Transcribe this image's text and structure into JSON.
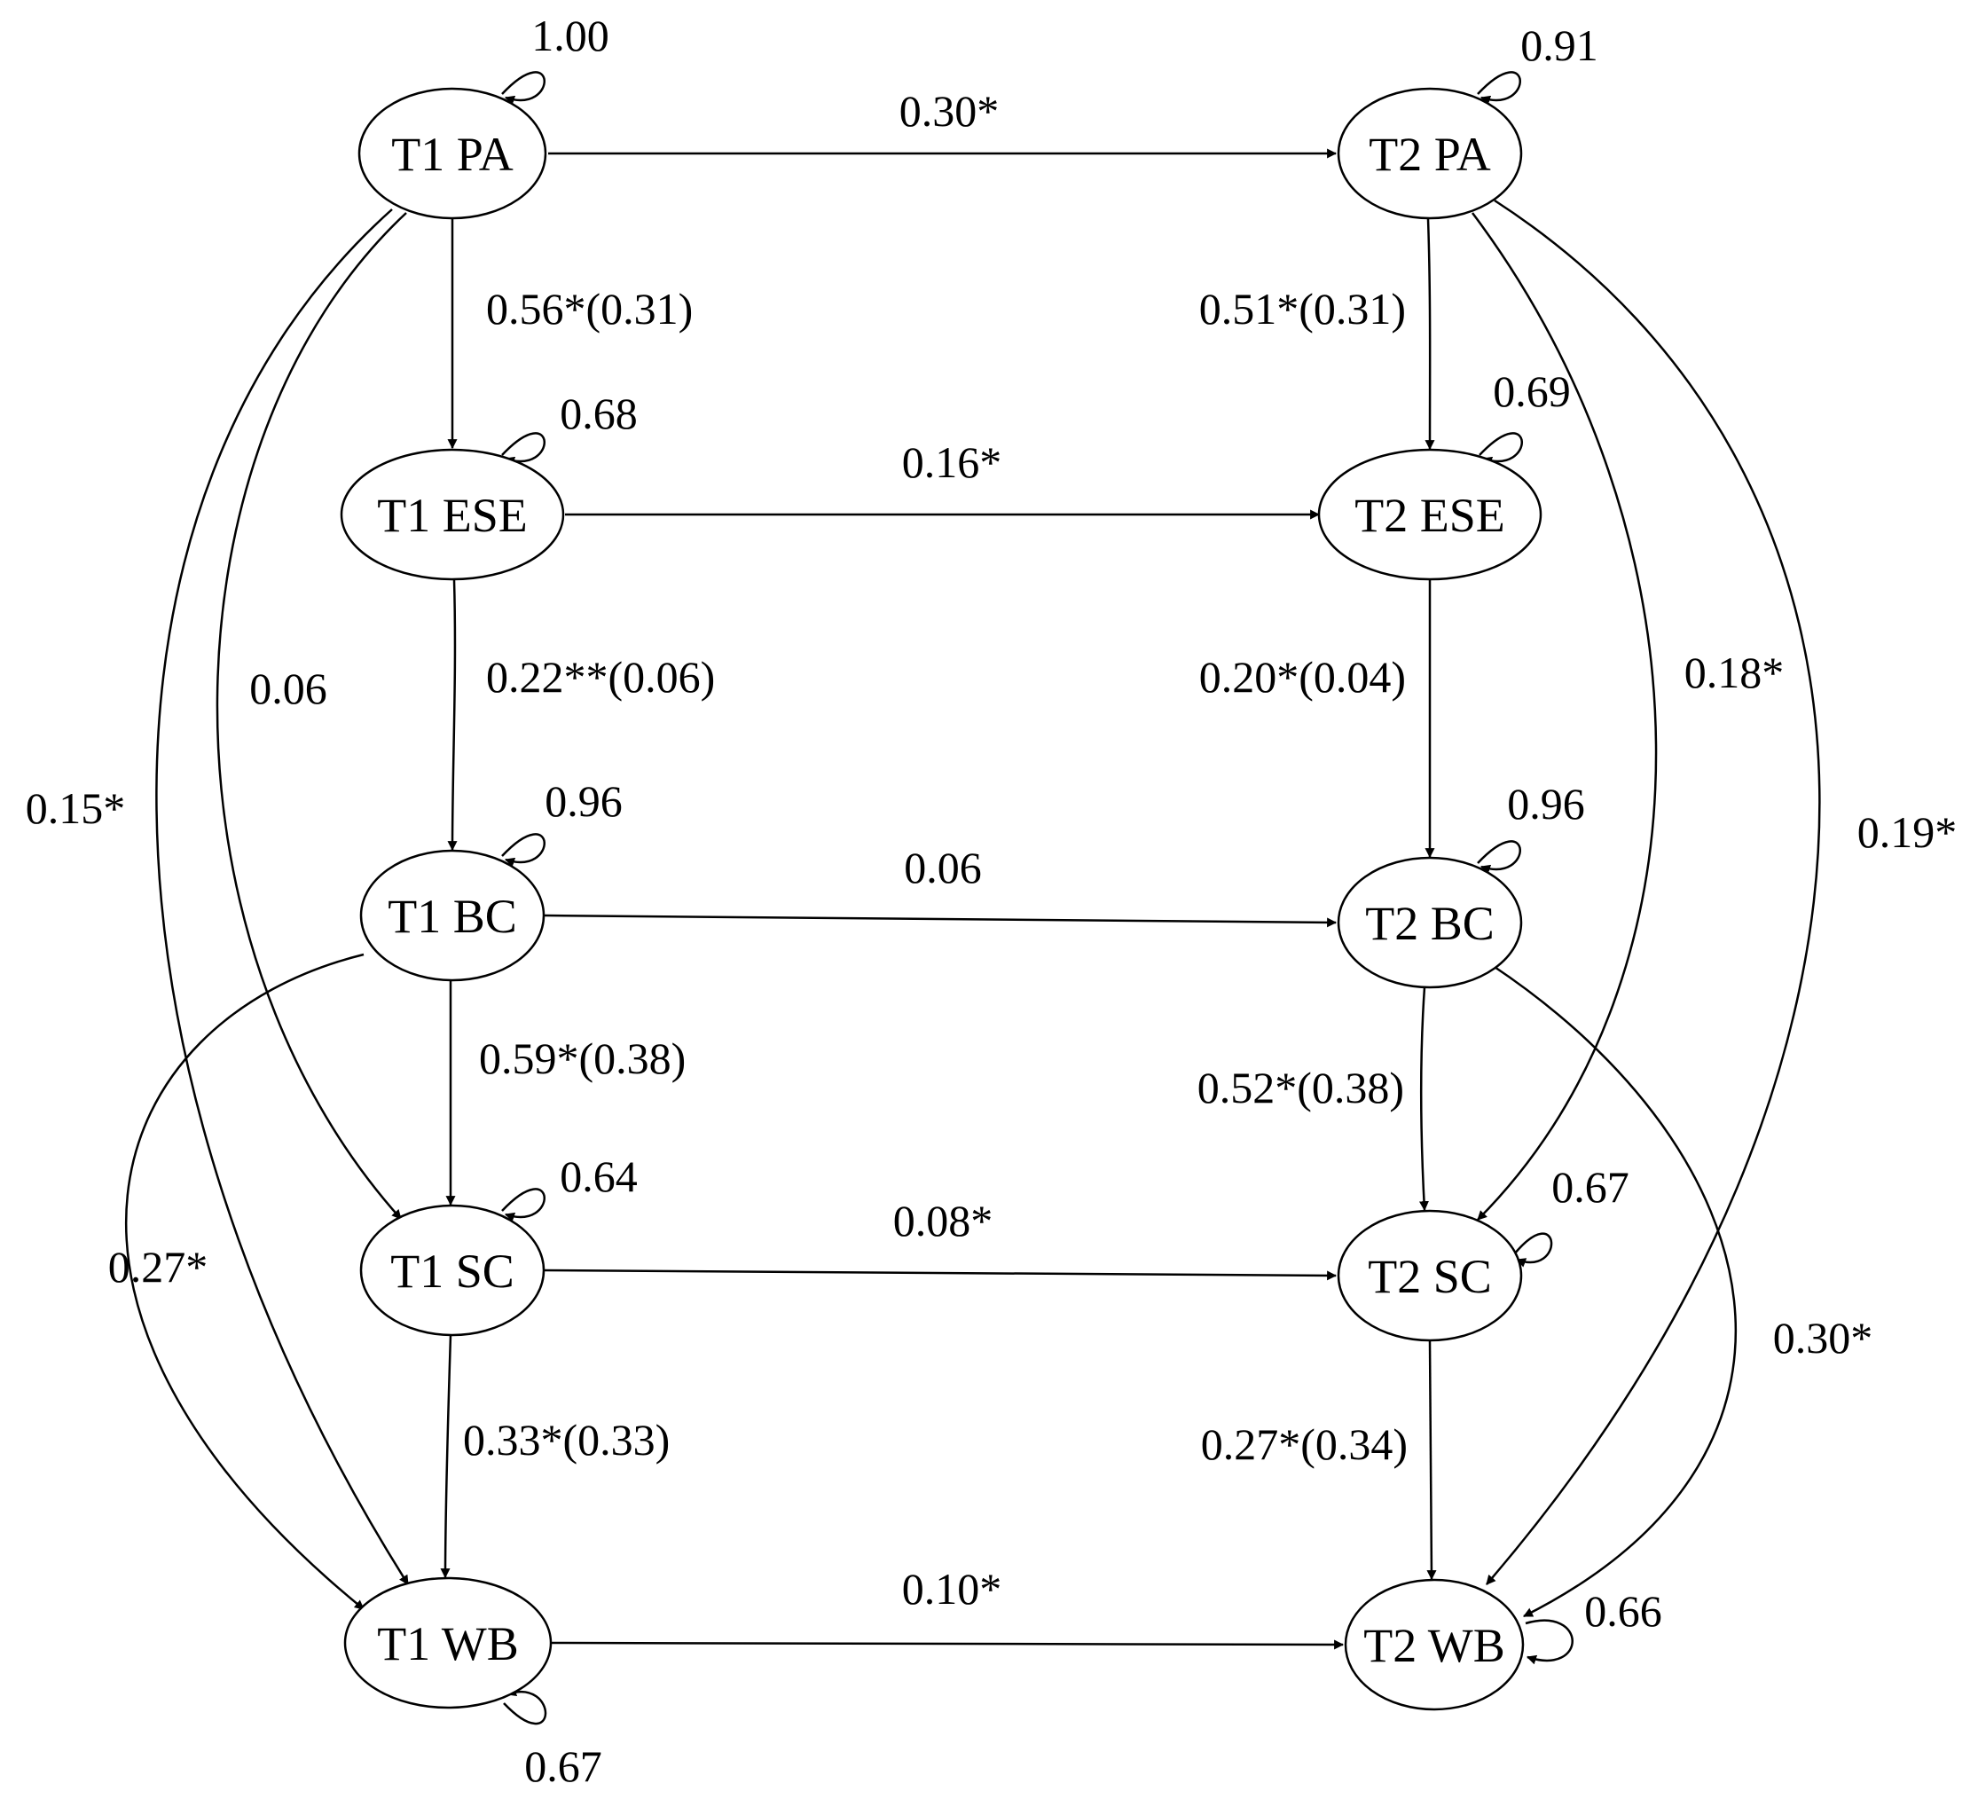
{
  "nodes": [
    {
      "id": "t1pa",
      "label": "T1 PA"
    },
    {
      "id": "t1ese",
      "label": "T1 ESE"
    },
    {
      "id": "t1bc",
      "label": "T1 BC"
    },
    {
      "id": "t1sc",
      "label": "T1 SC"
    },
    {
      "id": "t1wb",
      "label": "T1 WB"
    },
    {
      "id": "t2pa",
      "label": "T2 PA"
    },
    {
      "id": "t2ese",
      "label": "T2 ESE"
    },
    {
      "id": "t2bc",
      "label": "T2 BC"
    },
    {
      "id": "t2sc",
      "label": "T2 SC"
    },
    {
      "id": "t2wb",
      "label": "T2 WB"
    }
  ],
  "edges": [
    {
      "id": "e-t1pa-t2pa",
      "from": "t1pa",
      "to": "t2pa",
      "label": "0.30*"
    },
    {
      "id": "e-t1ese-t2ese",
      "from": "t1ese",
      "to": "t2ese",
      "label": "0.16*"
    },
    {
      "id": "e-t1bc-t2bc",
      "from": "t1bc",
      "to": "t2bc",
      "label": "0.06"
    },
    {
      "id": "e-t1sc-t2sc",
      "from": "t1sc",
      "to": "t2sc",
      "label": "0.08*"
    },
    {
      "id": "e-t1wb-t2wb",
      "from": "t1wb",
      "to": "t2wb",
      "label": "0.10*"
    },
    {
      "id": "e-t1pa-t1ese",
      "from": "t1pa",
      "to": "t1ese",
      "label": "0.56*(0.31)"
    },
    {
      "id": "e-t1ese-t1bc",
      "from": "t1ese",
      "to": "t1bc",
      "label": "0.22**(0.06)"
    },
    {
      "id": "e-t1bc-t1sc",
      "from": "t1bc",
      "to": "t1sc",
      "label": "0.59*(0.38)"
    },
    {
      "id": "e-t1sc-t1wb",
      "from": "t1sc",
      "to": "t1wb",
      "label": "0.33*(0.33)"
    },
    {
      "id": "e-t2pa-t2ese",
      "from": "t2pa",
      "to": "t2ese",
      "label": "0.51*(0.31)"
    },
    {
      "id": "e-t2ese-t2bc",
      "from": "t2ese",
      "to": "t2bc",
      "label": "0.20*(0.04)"
    },
    {
      "id": "e-t2bc-t2sc",
      "from": "t2bc",
      "to": "t2sc",
      "label": "0.52*(0.38)"
    },
    {
      "id": "e-t2sc-t2wb",
      "from": "t2sc",
      "to": "t2wb",
      "label": "0.27*(0.34)"
    },
    {
      "id": "e-t1pa-t1sc",
      "from": "t1pa",
      "to": "t1sc",
      "label": "0.06"
    },
    {
      "id": "e-t1pa-t1wb",
      "from": "t1pa",
      "to": "t1wb",
      "label": "0.15*"
    },
    {
      "id": "e-t1bc-t1wb",
      "from": "t1bc",
      "to": "t1wb",
      "label": "0.27*"
    },
    {
      "id": "e-t2pa-t2sc",
      "from": "t2pa",
      "to": "t2sc",
      "label": "0.18*"
    },
    {
      "id": "e-t2pa-t2wb",
      "from": "t2pa",
      "to": "t2wb",
      "label": "0.19*"
    },
    {
      "id": "e-t2bc-t2wb",
      "from": "t2bc",
      "to": "t2wb",
      "label": "0.30*"
    }
  ],
  "self_loops": [
    {
      "node": "t1pa",
      "label": "1.00"
    },
    {
      "node": "t1ese",
      "label": "0.68"
    },
    {
      "node": "t1bc",
      "label": "0.96"
    },
    {
      "node": "t1sc",
      "label": "0.64"
    },
    {
      "node": "t1wb",
      "label": "0.67"
    },
    {
      "node": "t2pa",
      "label": "0.91"
    },
    {
      "node": "t2ese",
      "label": "0.69"
    },
    {
      "node": "t2bc",
      "label": "0.96"
    },
    {
      "node": "t2sc",
      "label": "0.67"
    },
    {
      "node": "t2wb",
      "label": "0.66"
    }
  ]
}
